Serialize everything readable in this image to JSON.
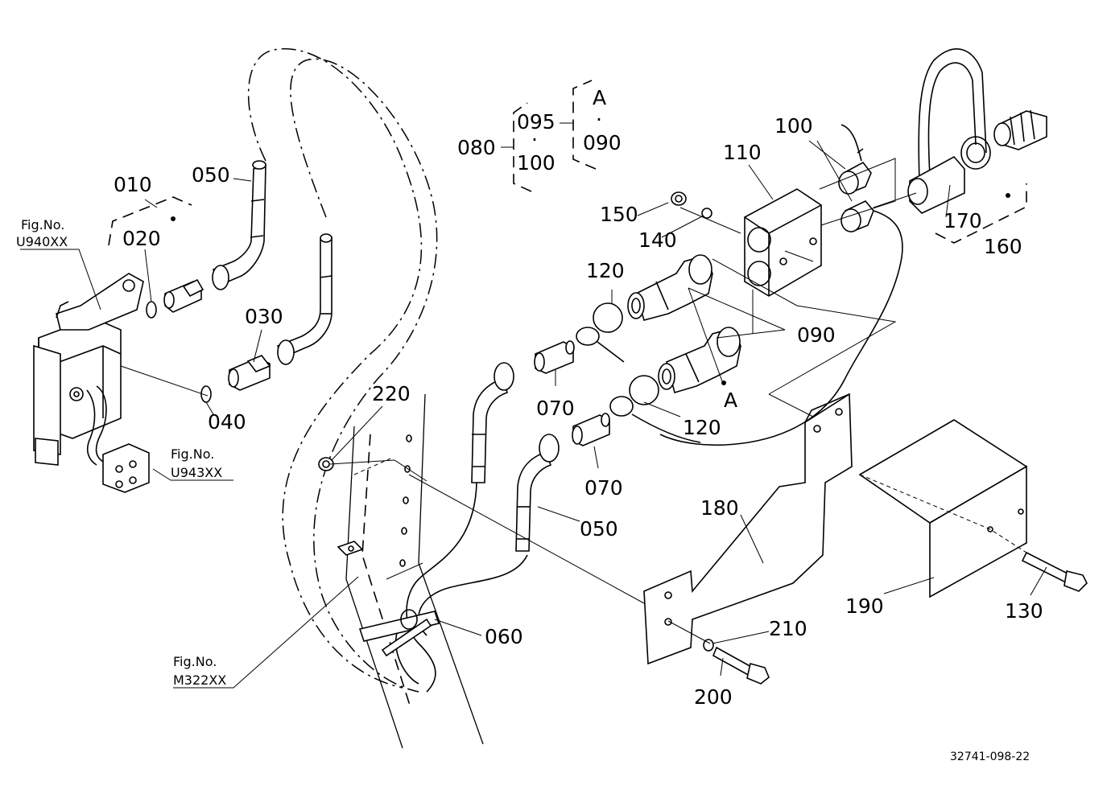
{
  "callouts": {
    "c010": "010",
    "c020": "020",
    "c030": "030",
    "c040": "040",
    "c050a": "050",
    "c050b": "050",
    "c060": "060",
    "c070a": "070",
    "c070b": "070",
    "c080": "080",
    "c090": "090",
    "c095": "095",
    "c100a": "100",
    "c100b": "100",
    "c110": "110",
    "c120a": "120",
    "c120b": "120",
    "c130": "130",
    "c140": "140",
    "c150": "150",
    "c160": "160",
    "c170": "170",
    "c180": "180",
    "c190": "190",
    "c200": "200",
    "c210": "210",
    "c220": "220"
  },
  "group": {
    "a_top": "A",
    "dot_top": "·",
    "c090_top": "090",
    "dot_mid": "·",
    "a_mark": "A"
  },
  "figrefs": {
    "u940_line1": "Fig.No.",
    "u940_line2": "U940XX",
    "u943_line1": "Fig.No.",
    "u943_line2": "U943XX",
    "m322_line1": "Fig.No.",
    "m322_line2": "M322XX"
  },
  "drawing_number": "32741-098-22"
}
